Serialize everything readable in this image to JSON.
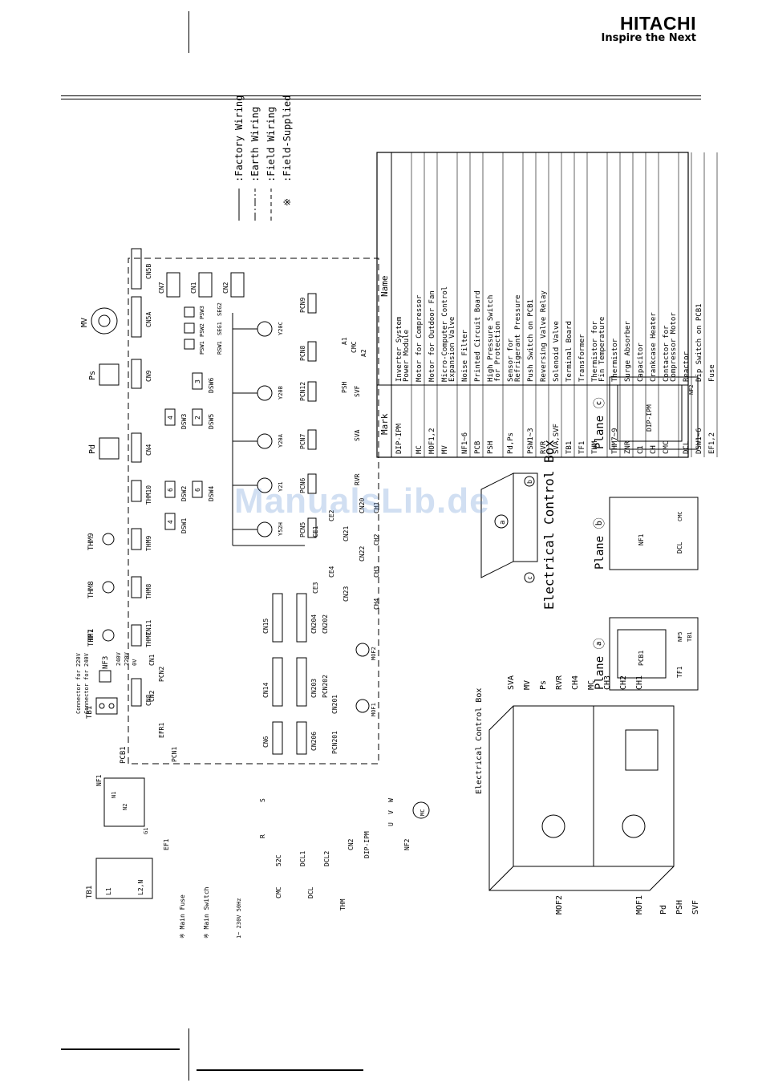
{
  "header": {
    "brand_name": "HITACHI",
    "brand_tagline": "Inspire the Next"
  },
  "watermark": "ManualsLib.de",
  "legend": [
    {
      "symbol": "solid",
      "label": ":Factory Wiring"
    },
    {
      "symbol": "dashdot",
      "label": ":Earth Wiring"
    },
    {
      "symbol": "dashed",
      "label": ":Field Wiring"
    },
    {
      "symbol": "※",
      "label": ":Field-Supplied"
    }
  ],
  "parts_table": {
    "col_mark": "Mark",
    "col_name": "Name",
    "rows": [
      {
        "mark": "DIP-IPM",
        "name": [
          "Inverter System",
          "Power Module"
        ]
      },
      {
        "mark": "MC",
        "name": [
          "Motor for Compressor"
        ]
      },
      {
        "mark": "MOF1,2",
        "name": [
          "Motor for Outdoor Fan"
        ]
      },
      {
        "mark": "MV",
        "name": [
          "Micro-Computer Control",
          "Expansion Valve"
        ]
      },
      {
        "mark": "NF1~6",
        "name": [
          "Noise Filter"
        ]
      },
      {
        "mark": "PCB",
        "name": [
          "Printed Circuit Board"
        ]
      },
      {
        "mark": "PSH",
        "name": [
          "High Pressure Switch",
          "for Protection"
        ]
      },
      {
        "mark": "Pd,Ps",
        "name": [
          "Sensor for",
          "Refrigerant Pressure"
        ]
      },
      {
        "mark": "PSW1~3",
        "name": [
          "Push Switch on PCB1"
        ]
      },
      {
        "mark": "RVR",
        "name": [
          "Reversing Valve Relay"
        ]
      },
      {
        "mark": "SVA,SVF",
        "name": [
          "Solenoid Valve"
        ]
      },
      {
        "mark": "TB1",
        "name": [
          "Terminal Board"
        ]
      },
      {
        "mark": "TF1",
        "name": [
          "Transformer"
        ]
      },
      {
        "mark": "THM",
        "name": [
          "Thermistor for",
          "Fin Temperature"
        ]
      },
      {
        "mark": "THM7~9",
        "name": [
          "Thermistor"
        ]
      },
      {
        "mark": "ZNR",
        "name": [
          "Surge Absorber"
        ]
      },
      {
        "mark": "C1",
        "name": [
          "Capacitor"
        ]
      },
      {
        "mark": "CH",
        "name": [
          "Crankcase Heater"
        ]
      },
      {
        "mark": "CMC",
        "name": [
          "Contactor for",
          "Compressor Motor"
        ]
      },
      {
        "mark": "DCL",
        "name": [
          "Reactor"
        ]
      },
      {
        "mark": "DSW1~6",
        "name": [
          "Dip Switch on PCB1"
        ]
      },
      {
        "mark": "EF1,2",
        "name": [
          "Fuse"
        ]
      }
    ]
  },
  "wiring": {
    "top_components": [
      "TB1",
      "NF3",
      "THM7",
      "THM8",
      "THM9",
      "Pd",
      "Ps",
      "MV"
    ],
    "top_connectors": [
      "CN8",
      "THM7",
      "THM8",
      "THM9",
      "THM10",
      "CN4",
      "CN9",
      "CN5A",
      "CN5B"
    ],
    "small_connectors": [
      "CN7",
      "CN1",
      "CN2"
    ],
    "switches": [
      "DSW1",
      "DSW2",
      "DSW3",
      "DSW4",
      "DSW5",
      "DSW6",
      "PSW1",
      "PSW2",
      "PSW3",
      "RSW1",
      "SEG1",
      "SEG2"
    ],
    "dsw_numbers": [
      "4",
      "6",
      "4",
      "6",
      "2",
      "3"
    ],
    "relays": [
      "Y20C",
      "Y20B",
      "Y20A",
      "Y21",
      "Y52H"
    ],
    "pcn_labels": [
      "PCN9",
      "PCN8",
      "PCN12",
      "PCN7",
      "PCN6",
      "PCN5"
    ],
    "load_labels": [
      "A1",
      "CMC",
      "A2",
      "PSH",
      "SVF",
      "SVA",
      "RVR",
      "CH1",
      "CH2",
      "CH3",
      "CH4"
    ],
    "ce_labels": [
      "CE1",
      "CE2",
      "CE3",
      "CE4",
      "CN20",
      "CN21",
      "CN22",
      "CN23"
    ],
    "left_labels": [
      "TF1",
      "CN11",
      "240V",
      "220V",
      "0V",
      "CN1",
      "CN2",
      "PCN2",
      "EFR1",
      "PCB1",
      "PCN1"
    ],
    "connector_notes": [
      "Connector for 220V",
      "Connector for 240V"
    ],
    "mid_connectors": [
      "CN15",
      "CN204",
      "CN202",
      "CN14",
      "CN203",
      "PCN202",
      "CN6",
      "CN206",
      "CN201",
      "PCN201"
    ],
    "bottom_labels": [
      "TB1",
      "L1",
      "L2,N",
      "NF1",
      "N1",
      "N2",
      "G1",
      "EF1",
      "S",
      "R",
      "52C",
      "DCL1",
      "DCL2",
      "CN2",
      "DIP-IPM",
      "CMC",
      "DCL",
      "THM",
      "U",
      "V",
      "W",
      "NF2",
      "MC",
      "※ Main Fuse",
      "※ Main Switch",
      "1~ 230V 50Hz"
    ],
    "motors": [
      "MOF1",
      "MOF2",
      "MC",
      "MV"
    ]
  },
  "control_box": {
    "title": "Electrical Control Box",
    "markers": [
      "a",
      "b",
      "c"
    ]
  },
  "planes": [
    {
      "label": "Plane ⓐ",
      "parts": [
        "PCB1",
        "TF1",
        "NF5",
        "TB1"
      ]
    },
    {
      "label": "Plane ⓑ",
      "parts": [
        "NF1",
        "DCL",
        "CMC"
      ]
    },
    {
      "label": "Plane ⓒ",
      "parts": [
        "DIP-IPM",
        "NF2"
      ]
    }
  ],
  "unit_view": {
    "labels": [
      "Electrical Control Box",
      "SVA",
      "MV",
      "Ps",
      "RVR",
      "CH4",
      "MC",
      "CH3",
      "CH2",
      "CH1",
      "SVF",
      "PSH",
      "Pd",
      "MOF1",
      "MOF2"
    ]
  }
}
